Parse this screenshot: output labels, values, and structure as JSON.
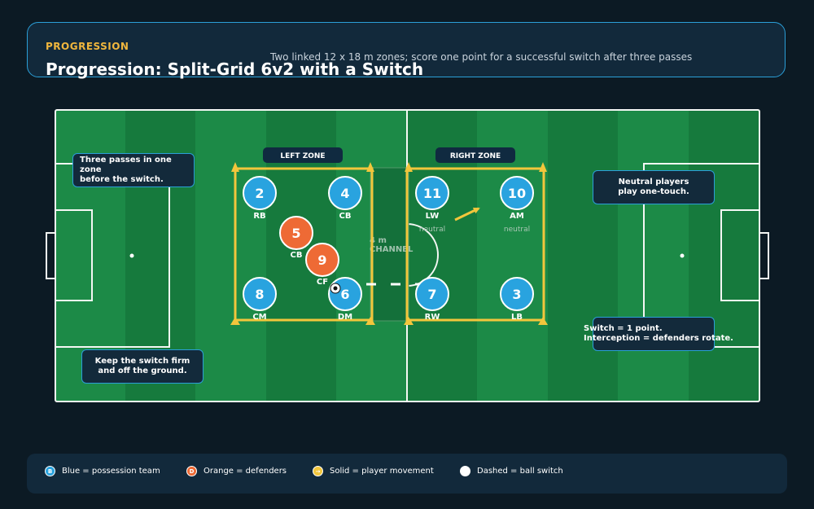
{
  "header": {
    "kicker": "PROGRESSION",
    "title": "Progression: Split-Grid 6v2 with a Switch",
    "subtitle": "Two linked 12 x 18 m zones; score one point for a successful switch after three passes"
  },
  "zones": {
    "left_label": "LEFT ZONE",
    "right_label": "RIGHT ZONE",
    "channel_line1": "4 m",
    "channel_line2": "CHANNEL"
  },
  "players": [
    {
      "number": "2",
      "role": "RB",
      "team": "blue"
    },
    {
      "number": "4",
      "role": "CB",
      "team": "blue"
    },
    {
      "number": "11",
      "role": "LW",
      "team": "blue",
      "note": "neutral"
    },
    {
      "number": "10",
      "role": "AM",
      "team": "blue",
      "note": "neutral"
    },
    {
      "number": "8",
      "role": "CM",
      "team": "blue"
    },
    {
      "number": "6",
      "role": "DM",
      "team": "blue"
    },
    {
      "number": "7",
      "role": "RW",
      "team": "blue"
    },
    {
      "number": "3",
      "role": "LB",
      "team": "blue"
    },
    {
      "number": "5",
      "role": "CB",
      "team": "orange"
    },
    {
      "number": "9",
      "role": "CF",
      "team": "orange"
    }
  ],
  "callouts": {
    "three_passes": [
      "Three passes in one zone",
      "before the switch."
    ],
    "neutral": [
      "Neutral players",
      "play one-touch."
    ],
    "switch_firm": [
      "Keep the switch firm",
      "and off the ground."
    ],
    "scoring": [
      "Switch = 1 point.",
      "Interception = defenders rotate."
    ]
  },
  "legend": [
    {
      "icon_letter": "B",
      "label": "Blue = possession team"
    },
    {
      "icon_letter": "D",
      "label": "Orange = defenders"
    },
    {
      "icon_letter": "→",
      "label": "Solid = player movement"
    },
    {
      "icon_letter": "",
      "label": "Dashed = ball switch"
    }
  ],
  "colors": {
    "pitch_dark": "#167a3d",
    "pitch_light": "#1c8a47",
    "blue_player": "#29a3df",
    "orange_player": "#ee6a35",
    "zone_yellow": "#f2c63c",
    "callout_border": "#2b9fd8",
    "panel": "#12293b",
    "kicker": "#f0b63d"
  }
}
